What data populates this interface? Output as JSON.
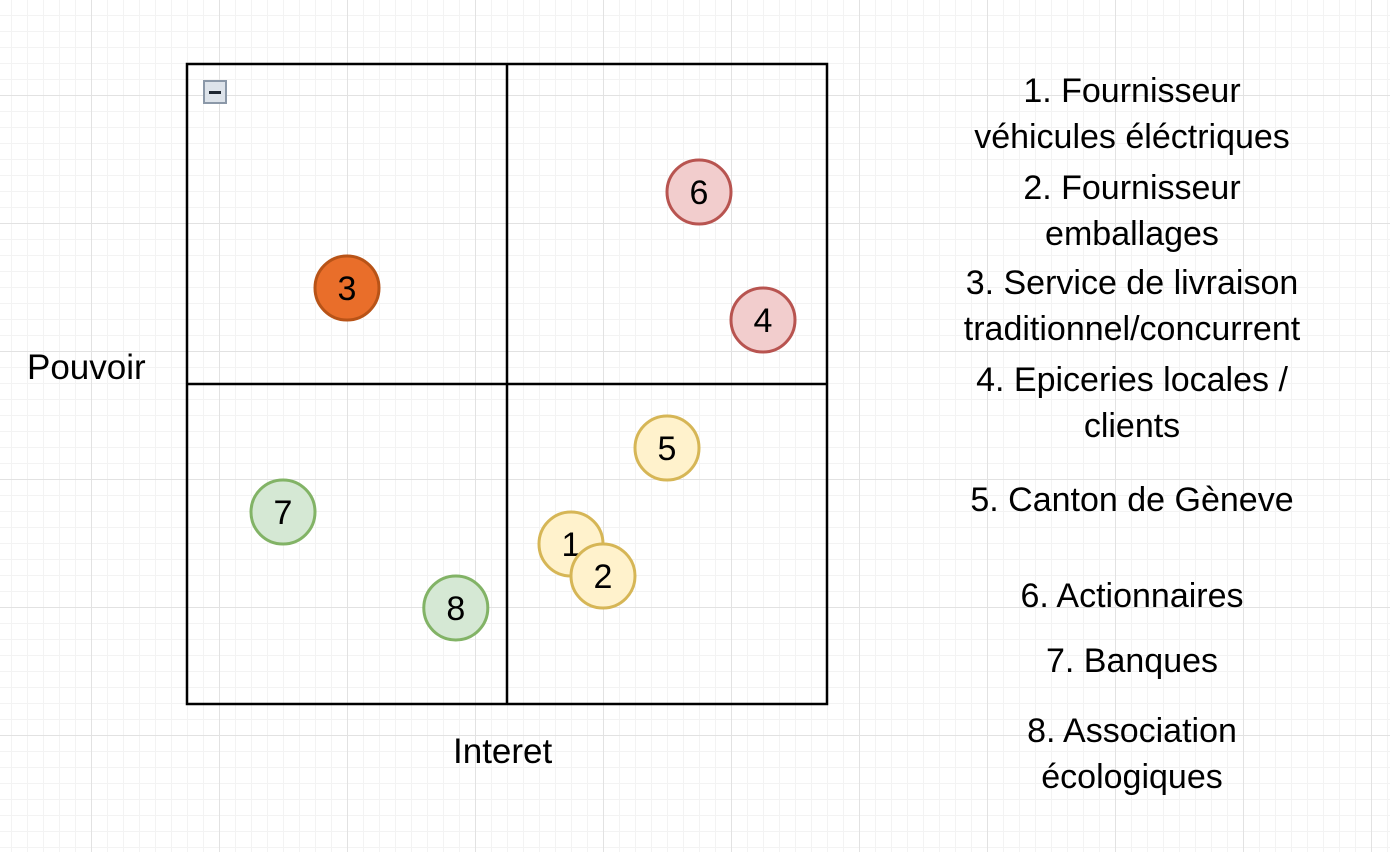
{
  "axes": {
    "y_label": "Pouvoir",
    "x_label": "Interet"
  },
  "collapse_control": {
    "icon": "minus-icon"
  },
  "stakeholders": [
    {
      "id": "1",
      "interest": 0.6,
      "power": 0.25,
      "fill": "#fff2cc",
      "stroke": "#d6b656"
    },
    {
      "id": "2",
      "interest": 0.65,
      "power": 0.2,
      "fill": "#fff2cc",
      "stroke": "#d6b656"
    },
    {
      "id": "3",
      "interest": 0.25,
      "power": 0.65,
      "fill": "#e96e2a",
      "stroke": "#b85317"
    },
    {
      "id": "4",
      "interest": 0.9,
      "power": 0.6,
      "fill": "#f2cdcd",
      "stroke": "#b85450"
    },
    {
      "id": "5",
      "interest": 0.75,
      "power": 0.4,
      "fill": "#fff2cc",
      "stroke": "#d6b656"
    },
    {
      "id": "6",
      "interest": 0.8,
      "power": 0.8,
      "fill": "#f2cdcd",
      "stroke": "#b85450"
    },
    {
      "id": "7",
      "interest": 0.15,
      "power": 0.3,
      "fill": "#d5e8d4",
      "stroke": "#82b366"
    },
    {
      "id": "8",
      "interest": 0.42,
      "power": 0.15,
      "fill": "#d5e8d4",
      "stroke": "#82b366"
    }
  ],
  "legend": [
    {
      "lines": [
        "1. Fournisseur",
        "véhicules éléctriques"
      ]
    },
    {
      "lines": [
        "2. Fournisseur",
        "emballages"
      ]
    },
    {
      "lines": [
        "3. Service de livraison",
        "traditionnel/concurrent"
      ]
    },
    {
      "lines": [
        "4. Epiceries locales /",
        "clients"
      ]
    },
    {
      "lines": [
        "5. Canton de Gèneve"
      ]
    },
    {
      "lines": [
        "6. Actionnaires"
      ]
    },
    {
      "lines": [
        "7. Banques"
      ]
    },
    {
      "lines": [
        "8. Association",
        "écologiques"
      ]
    }
  ]
}
